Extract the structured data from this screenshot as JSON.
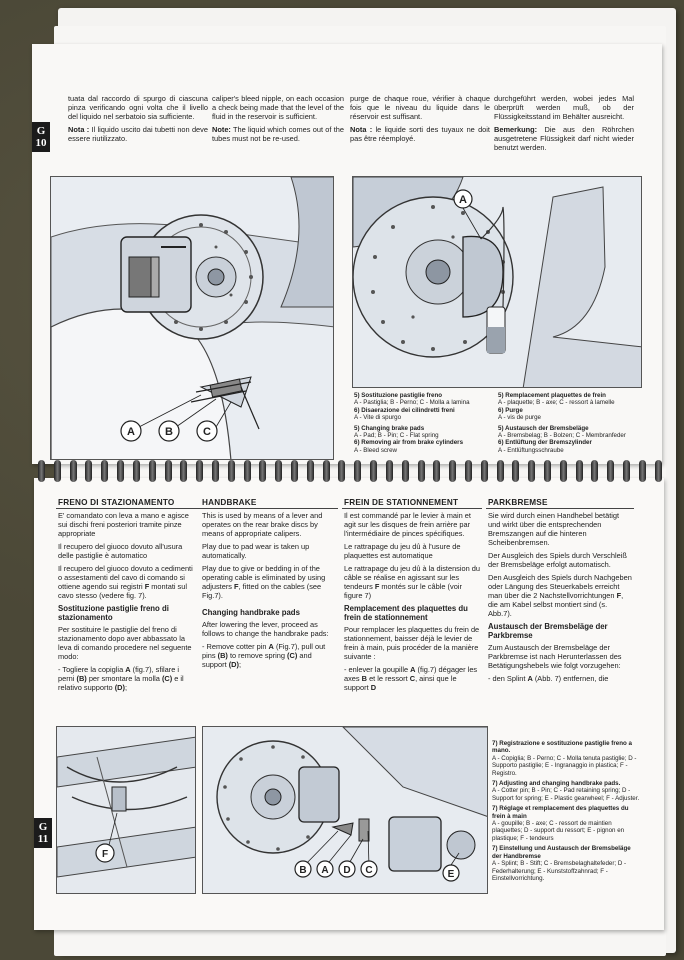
{
  "top_page": {
    "side_tab": [
      "G",
      "10"
    ],
    "columns": [
      {
        "text": "tuata dal raccordo di spurgo di ciascuna pinza verificando ogni volta che il livello del liquido nel serbatoio sia sufficiente.",
        "note_label": "Nota :",
        "note": " Il liquido uscito dai tubetti non deve essere riutilizzato."
      },
      {
        "text": "caliper's bleed nipple, on each occasion a check being made that the level of the fluid in the reservoir is sufficient.",
        "note_label": "Note:",
        "note": " The liquid which comes out of the tubes must not be re-used."
      },
      {
        "text": "purge de chaque roue, vérifier à chaque fois que le niveau du liquide dans le réservoir est suffisant.",
        "note_label": "Nota :",
        "note": " le liquide sorti des tuyaux ne doit pas être réemployé."
      },
      {
        "text": "durchgeführt werden, wobei jedes Mal überprüft werden muß, ob der Flüssigkeitsstand im Behälter ausreicht.",
        "note_label": "Bemerkung:",
        "note": " Die aus den Röhrchen ausgetretene Flüssigkeit darf nicht wieder benutzt werden."
      }
    ],
    "fig_left_labels": [
      "A",
      "B",
      "C"
    ],
    "fig_right_label": "A",
    "captions": [
      {
        "title": "5) Sostituzione pastiglie freno",
        "body": "A - Pastiglia; B - Perno; C - Molla a lamina"
      },
      {
        "title": "6) Disaerazione dei cilindretti freni",
        "body": "A - Vite di spurgo"
      },
      {
        "title": "5) Changing brake pads",
        "body": "A - Pad; B - Pin; C - Flat spring"
      },
      {
        "title": "6) Removing air from brake cylinders",
        "body": "A - Bleed screw"
      },
      {
        "title": "5) Remplacement plaquettes de frein",
        "body": "A - plaquette; B - axe; C - ressort à lamelle"
      },
      {
        "title": "6) Purge",
        "body": "A - vis de purge"
      },
      {
        "title": "5) Austausch der Bremsbeläge",
        "body": "A - Bremsbelag; B - Bolzen; C - Membranfeder"
      },
      {
        "title": "6) Entlüftung der Bremszylinder",
        "body": "A - Entlüftungsschraube"
      }
    ]
  },
  "bottom_page": {
    "side_tab": [
      "G",
      "11"
    ],
    "col_it": {
      "heading": "FRENO DI STAZIONAMENTO",
      "p1": "E' comandato con leva a mano e agisce sui dischi freni posteriori tramite pinze appropriate",
      "p2": "Il recupero del giuoco dovuto all'usura delle pastiglie è automatico",
      "p3a": "Il recupero del giuoco dovuto a cedimenti o assestamenti del cavo di comando si ottiene agendo sui registri ",
      "p3b": "F",
      "p3c": " montati sul cavo stesso (vedere fig. 7).",
      "sub": "Sostituzione pastiglie freno di stazionamento",
      "p4": "Per sostituire le pastiglie del freno di stazionamento dopo aver abbassato la leva di comando procedere nel seguente modo:",
      "p5a": "- Togliere la copiglia ",
      "p5b": "A",
      "p5c": " (fig.7), sfilare i perni ",
      "p5d": "(B)",
      "p5e": " per smontare la molla ",
      "p5f": "(C)",
      "p5g": " e il relativo supporto ",
      "p5h": "(D)",
      "p5i": ";"
    },
    "col_en": {
      "heading": "HANDBRAKE",
      "p1": "This is used by means of a lever and operates on the rear brake discs by means of appropriate calipers.",
      "p2": "Play due to pad wear is taken up automatically.",
      "p3a": "Play due to give or bedding in of the operating cable is eliminated by using adjusters ",
      "p3b": "F",
      "p3c": ", fitted on the cables (see Fig.7).",
      "sub": "Changing handbrake pads",
      "p4": "After lowering the lever, proceed as follows to change the handbrake pads:",
      "p5a": "- Remove cotter pin ",
      "p5b": "A",
      "p5c": " (Fig.7), pull out pins ",
      "p5d": "(B)",
      "p5e": " to remove spring ",
      "p5f": "(C)",
      "p5g": " and support ",
      "p5h": "(D)",
      "p5i": ";"
    },
    "col_fr": {
      "heading": "FREIN DE STATIONNEMENT",
      "p1": "Il est commandé par le levier à main et agit sur les disques de frein arrière par l'intermédiaire de pinces spécifiques.",
      "p2": "Le rattrapage du jeu dû à l'usure de plaquettes est automatique",
      "p3a": "Le rattrapage du jeu dû à la distension du câble se réalise en agissant sur les tendeurs ",
      "p3b": "F",
      "p3c": " montés sur le câble (voir figure 7)",
      "sub": "Remplacement des plaquettes du frein de stationnement",
      "p4": "Pour remplacer les plaquettes du frein de stationnement, baisser déjà le levier de frein à main, puis procéder de la manière suivante :",
      "p5a": "- enlever la goupille ",
      "p5b": "A",
      "p5c": " (fig.7) dégager les axes ",
      "p5d": "B",
      "p5e": " et le ressort ",
      "p5f": "C",
      "p5g": ", ainsi que le support ",
      "p5h": "D",
      "p5i": ""
    },
    "col_de": {
      "heading": "PARKBREMSE",
      "p1": "Sie wird durch einen Handhebel betätigt und wirkt über die entsprechenden Bremszangen auf die hinteren Scheibenbremsen.",
      "p2": "Der Ausgleich des Spiels durch Verschleiß der Bremsbeläge erfolgt automatisch.",
      "p3a": "Den Ausgleich des Spiels durch Nachgeben oder Längung des Steuerkabels erreicht man über die 2 Nachstellvorrichtungen ",
      "p3b": "F",
      "p3c": ", die am Kabel selbst montiert sind (s. Abb.7).",
      "sub": "Austausch der Bremsbeläge der Parkbremse",
      "p4": "Zum Austausch der Bremsbeläge der Parkbremse ist nach Herunterlassen des Betätigungshebels wie folgt vorzugehen:",
      "p5a": "- den Splint ",
      "p5b": "A",
      "p5c": " (Abb. 7) entfernen, die",
      "p5d": "",
      "p5e": "",
      "p5f": "",
      "p5g": "",
      "p5h": "",
      "p5i": ""
    },
    "fig_left_label": "F",
    "fig_mid_labels": [
      "B",
      "A",
      "D",
      "C",
      "E"
    ],
    "captions": [
      {
        "title": "7) Registrazione e sostituzione pastiglie freno a mano.",
        "body": "A - Copiglia; B - Perno; C - Molla tenuta pastiglie; D - Supporto pastiglie; E - Ingranaggio in plastica; F - Registro."
      },
      {
        "title": "7) Adjusting and changing handbrake pads.",
        "body": "A - Cotter pin; B - Pin; C - Pad retaining spring; D - Support for spring; E - Plastic gearwheel; F - Adjuster."
      },
      {
        "title": "7) Réglage et remplacement des plaquettes du frein à main",
        "body": "A - goupille; B - axe; C - ressort de maintien plaquettes; D - support du ressort; E - pignon en plastique; F - tendeurs"
      },
      {
        "title": "7) Einstellung und Austausch der Bremsbeläge der Handbremse",
        "body": "A - Splint; B - Stift; C - Bremsbelaghaltefeder; D - Federhalterung; E - Kunststoffzahnrad; F - Einstellvorrichtung."
      }
    ]
  }
}
